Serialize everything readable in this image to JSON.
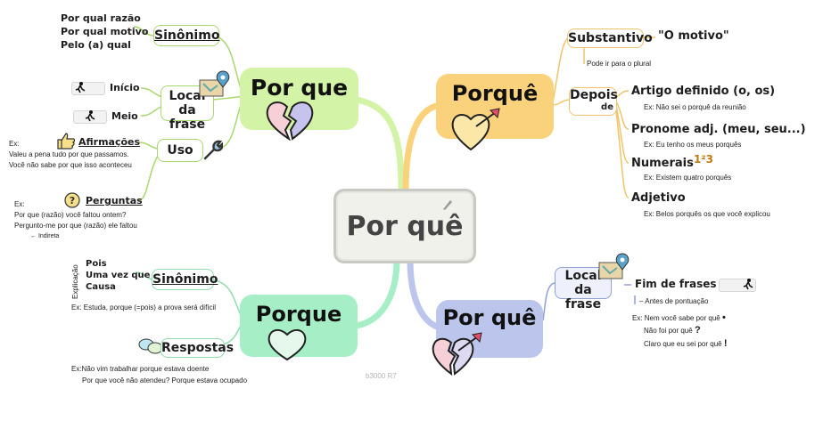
{
  "center": {
    "title": "Por quê"
  },
  "por_que_sep": {
    "title": "Por que",
    "sinonimo": {
      "label": "Sinônimo",
      "items": [
        "Por qual razão",
        "Por qual motivo",
        "Pelo (a) qual"
      ]
    },
    "local": {
      "label_line1": "Local",
      "label_line2": "da frase",
      "inicio": "Início",
      "meio": "Meio"
    },
    "uso": {
      "label": "Uso",
      "afirmacoes": {
        "label": "Afirmações",
        "ex": "Ex:",
        "line1": "Valeu a pena tudo por que passamos.",
        "line2": "Você não sabe por que isso aconteceu"
      },
      "perguntas": {
        "label": "Perguntas",
        "ex": "Ex:",
        "line1": "Por que (razão) você faltou ontem?",
        "line2": "Pergunto-me por que (razão) ele faltou",
        "line3": "Indireta"
      }
    }
  },
  "porque_sub": {
    "title": "Porquê",
    "substantivo": {
      "label": "Substantivo",
      "value": "\"O motivo\"",
      "note": "Pode ir para o plural"
    },
    "depois": {
      "label_line1": "Depois",
      "label_line2": "de",
      "artigo": {
        "label": "Artigo definido (o, os)",
        "ex": "Ex: Não sei o porquê da reunião"
      },
      "pronome": {
        "label": "Pronome adj. (meu, seu...)",
        "ex": "Ex: Eu tenho os meus porquês"
      },
      "numerais": {
        "label": "Numerais",
        "glyph": "1²3",
        "ex": "Ex: Existem quatro porquês"
      },
      "adjetivo": {
        "label": "Adjetivo",
        "ex": "Ex: Belos porquês os que você explicou"
      }
    }
  },
  "porque_junto": {
    "title": "Porque",
    "sinonimo": {
      "label": "Sinônimo",
      "side": "Explicação",
      "items": [
        "Pois",
        "Uma vez que",
        "Causa"
      ],
      "ex": "Ex: Estuda, porque (=pois) a prova será difícil"
    },
    "respostas": {
      "label": "Respostas",
      "line1": "Ex:Não vim trabalhar porque estava doente",
      "line2": "Por que você não atendeu? Porque estava ocupado"
    }
  },
  "por_que_acento": {
    "title": "Por quê",
    "local": {
      "label_line1": "Local",
      "label_line2": "da frase",
      "fim": "Fim de frases",
      "antes": "Antes de pontuação"
    },
    "examples": [
      "Ex: Nem você sabe por quê",
      "Não foi por quê",
      "Claro que eu sei por quê"
    ],
    "marks": [
      "•",
      "?",
      "!"
    ]
  },
  "watermark": "b3000 R7",
  "colors": {
    "green": "#d3f3a6",
    "yellow": "#fbd27c",
    "mint": "#a6efc6",
    "blue": "#bcc6ec",
    "center_border": "#c9c9c4"
  },
  "icons": [
    "map-pin-icon",
    "runner-icon",
    "thumbs-up-icon",
    "wrench-icon",
    "question-bubble-icon",
    "speech-bubbles-icon",
    "broken-heart-icon",
    "heart-arrow-icon",
    "heart-icon"
  ]
}
